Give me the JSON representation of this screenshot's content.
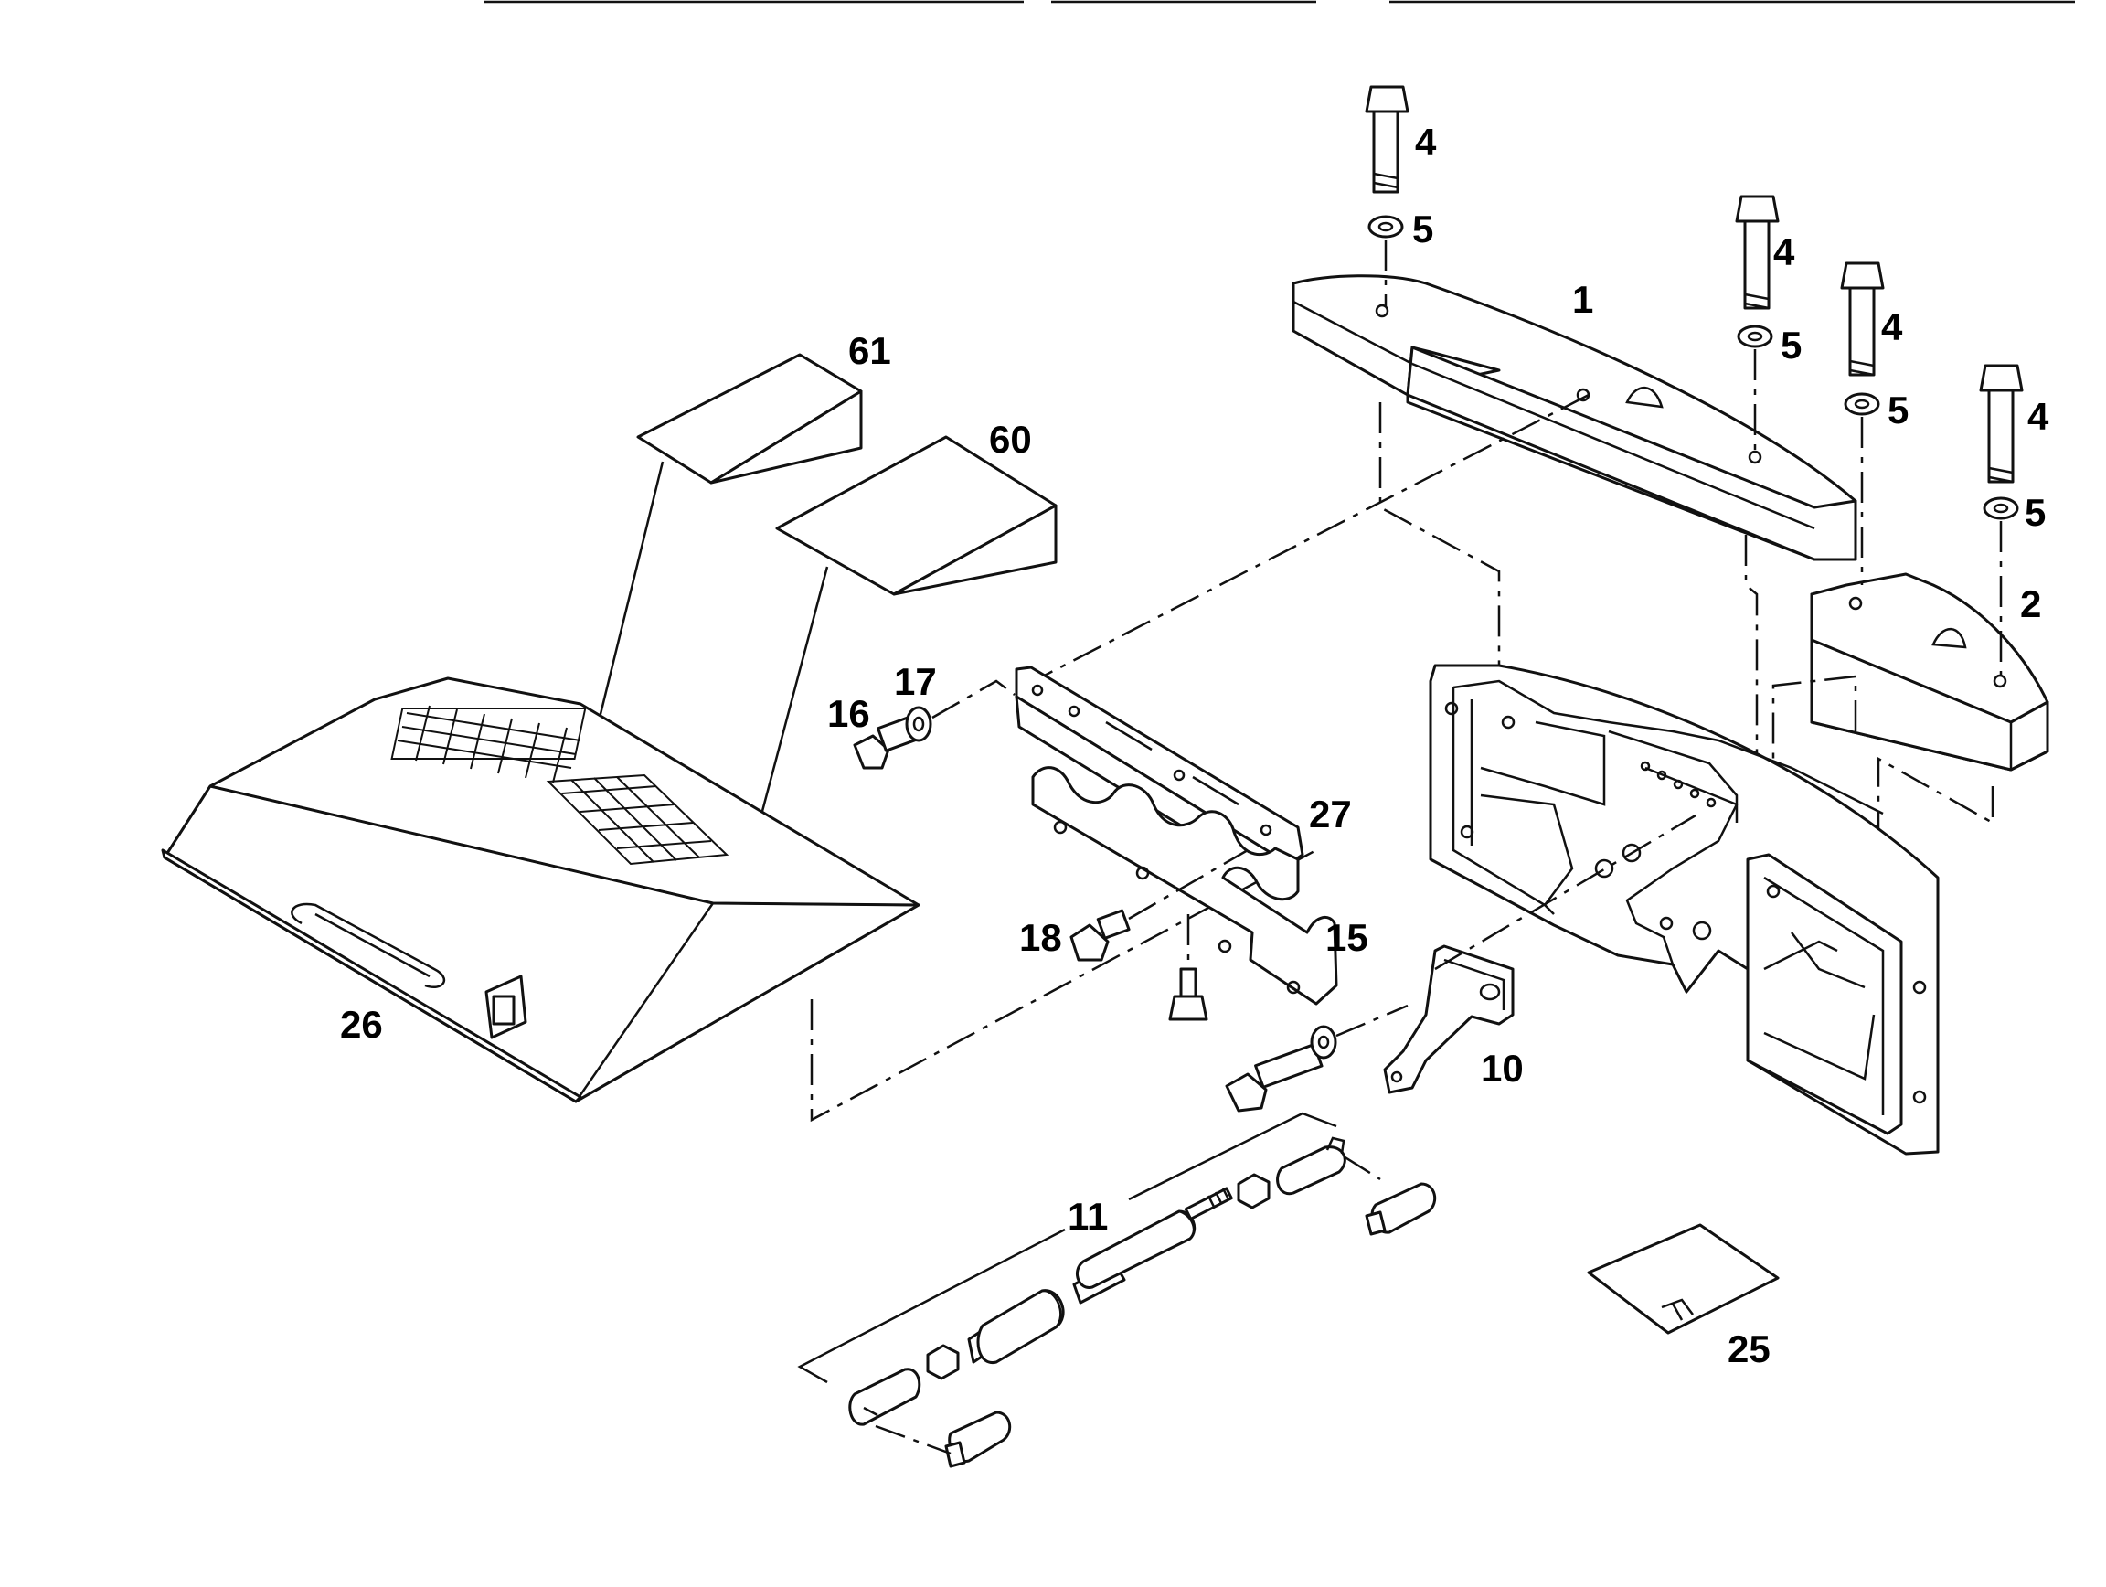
{
  "diagram": {
    "callouts": {
      "c1": "1",
      "c2": "2",
      "c4a": "4",
      "c4b": "4",
      "c4c": "4",
      "c4d": "4",
      "c5a": "5",
      "c5b": "5",
      "c5c": "5",
      "c5d": "5",
      "c10": "10",
      "c11": "11",
      "c15": "15",
      "c16": "16",
      "c17": "17",
      "c18": "18",
      "c25": "25",
      "c26": "26",
      "c27": "27",
      "c60": "60",
      "c61": "61"
    }
  }
}
